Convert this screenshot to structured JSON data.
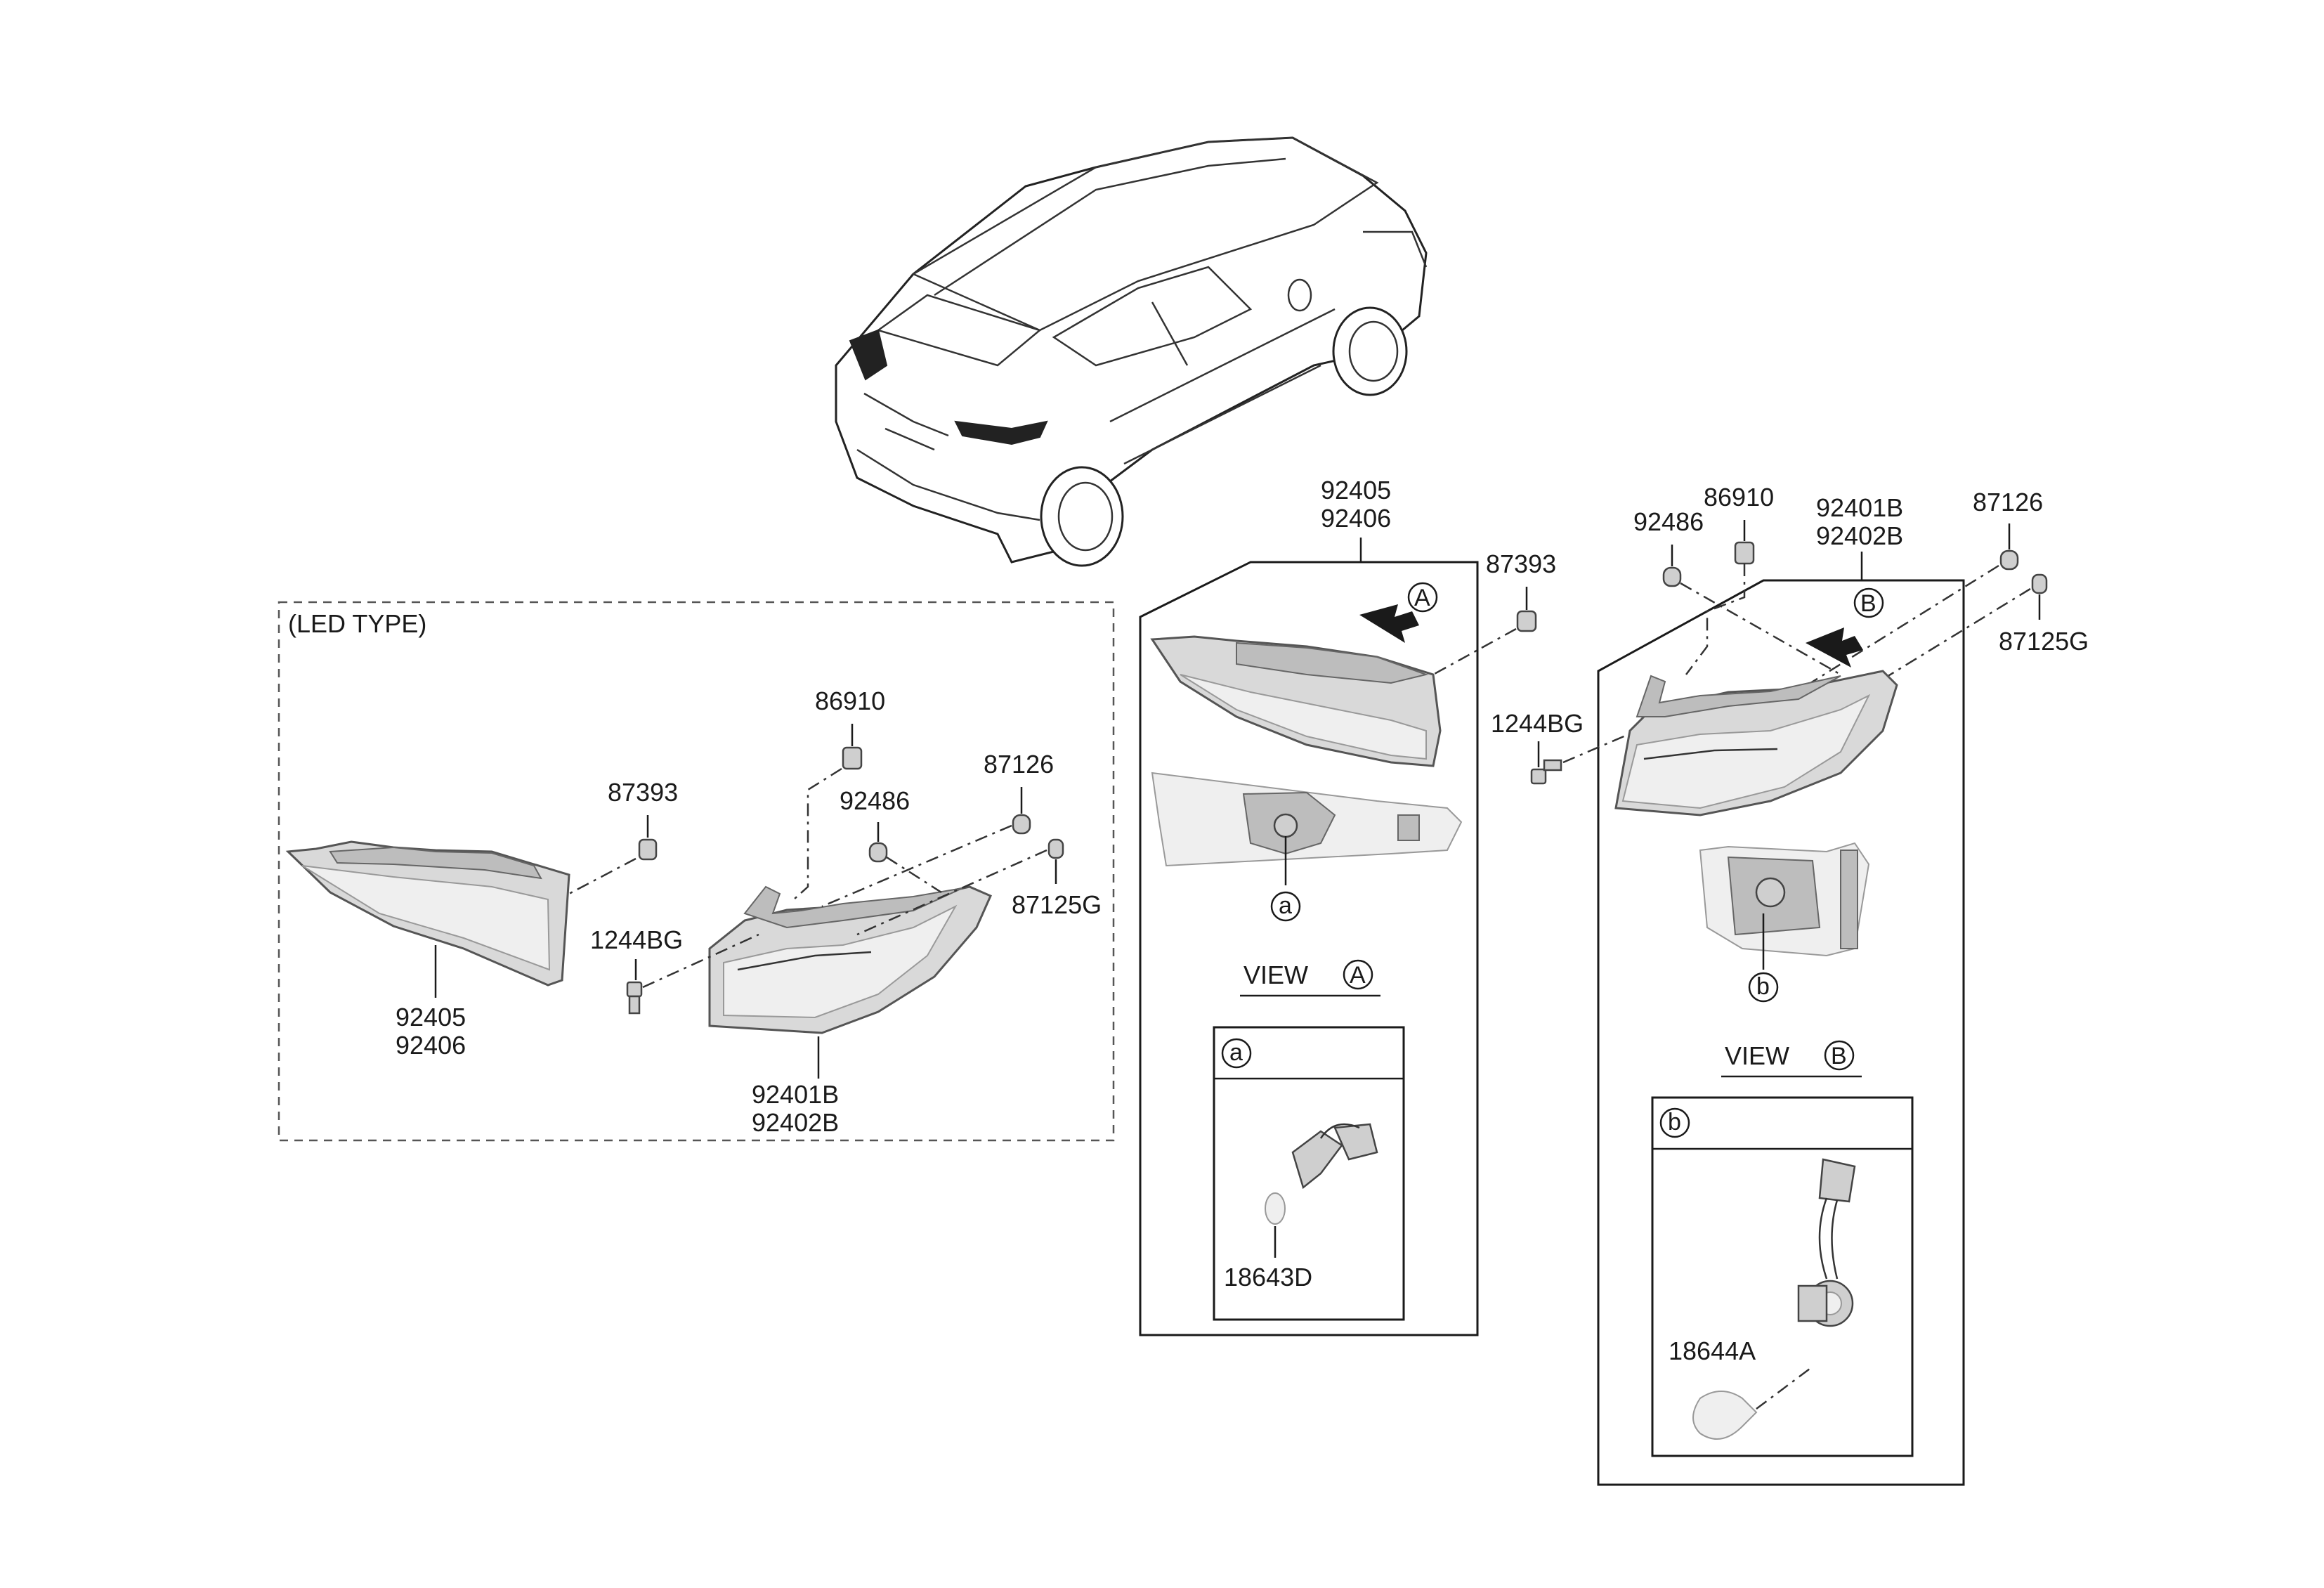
{
  "led_group": {
    "title": "(LED TYPE)",
    "inner_lamp_code_1": "92405",
    "inner_lamp_code_2": "92406",
    "outer_lamp_code_1": "92401B",
    "outer_lamp_code_2": "92402B",
    "nut_87393": "87393",
    "screw_1244bg": "1244BG",
    "clip_86910": "86910",
    "clip_92486": "92486",
    "grommet_87126": "87126",
    "clip_87125g": "87125G"
  },
  "view_a_group": {
    "lamp_code_1": "92405",
    "lamp_code_2": "92406",
    "nut_87393": "87393",
    "marker": "A",
    "detail_marker": "a",
    "view_word": "VIEW",
    "view_marker": "A",
    "detail_box_marker": "a",
    "bulb_code": "18643D"
  },
  "view_b_group": {
    "clip_92486": "92486",
    "clip_86910": "86910",
    "lamp_code_1": "92401B",
    "lamp_code_2": "92402B",
    "grommet_87126": "87126",
    "clip_87125g": "87125G",
    "screw_1244bg": "1244BG",
    "marker": "B",
    "detail_marker": "b",
    "view_word": "VIEW",
    "view_marker": "B",
    "detail_box_marker": "b",
    "bulb_code": "18644A"
  }
}
